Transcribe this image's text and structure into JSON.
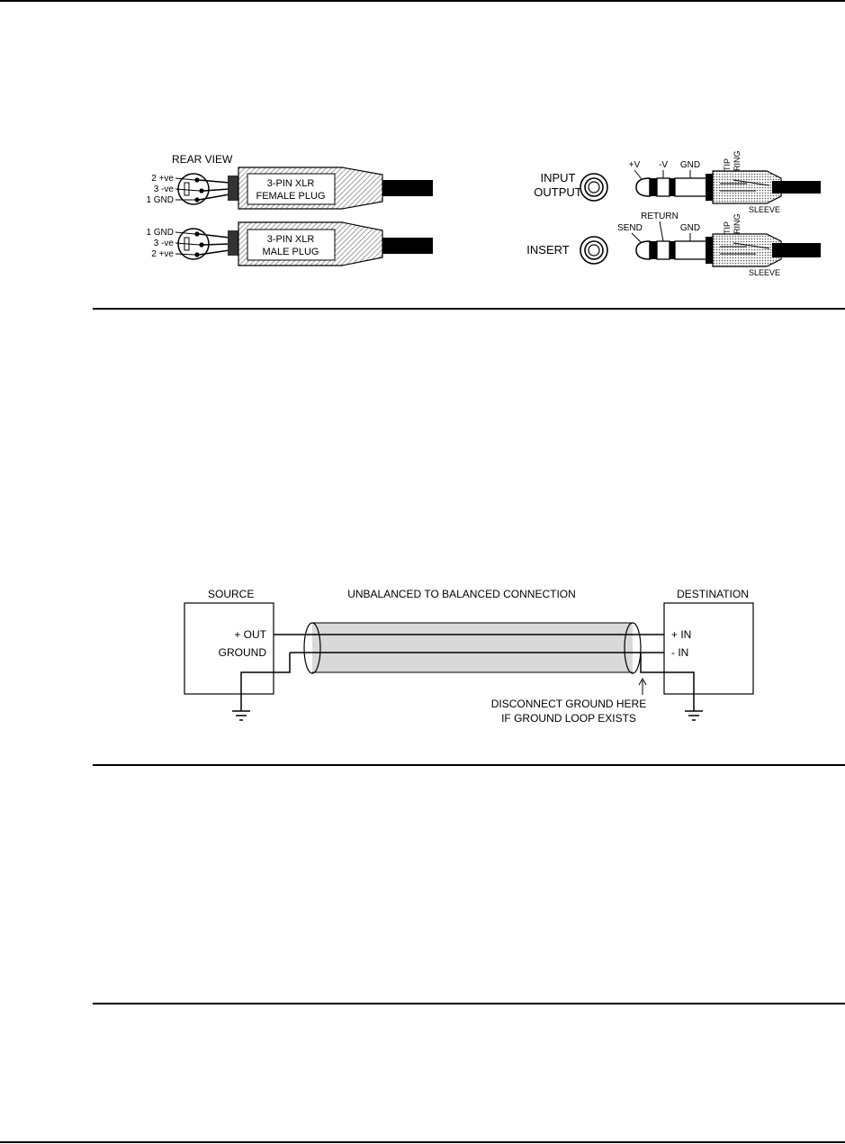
{
  "connectors": {
    "rear_view": "REAR VIEW",
    "xlr_female": {
      "pins": [
        "2 +ve",
        "3 -ve",
        "1 GND"
      ],
      "body_line1": "3-PIN XLR",
      "body_line2": "FEMALE PLUG"
    },
    "xlr_male": {
      "pins": [
        "1 GND",
        "3 -ve",
        "2 +ve"
      ],
      "body_line1": "3-PIN XLR",
      "body_line2": "MALE PLUG"
    },
    "jack_io": {
      "label_line1": "INPUT",
      "label_line2": "OUTPUT",
      "plus_v": "+V",
      "minus_v": "-V",
      "gnd": "GND",
      "tip": "TIP",
      "ring": "RING",
      "sleeve": "SLEEVE"
    },
    "jack_insert": {
      "label": "INSERT",
      "send": "SEND",
      "return": "RETURN",
      "gnd": "GND",
      "tip": "TIP",
      "ring": "RING",
      "sleeve": "SLEEVE"
    }
  },
  "wiring": {
    "source": "SOURCE",
    "title": "UNBALANCED TO BALANCED CONNECTION",
    "destination": "DESTINATION",
    "out_plus": "+ OUT",
    "ground": "GROUND",
    "in_plus": "+ IN",
    "in_minus": "-  IN",
    "note_line1": "DISCONNECT GROUND HERE",
    "note_line2": "IF GROUND LOOP EXISTS"
  }
}
